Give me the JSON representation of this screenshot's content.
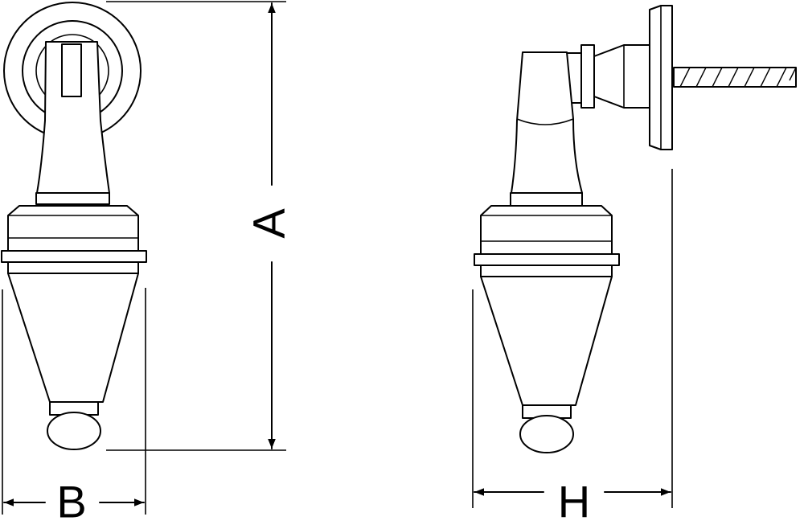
{
  "figure": {
    "dimension_labels": {
      "height": "A",
      "width": "B",
      "depth": "H"
    }
  }
}
